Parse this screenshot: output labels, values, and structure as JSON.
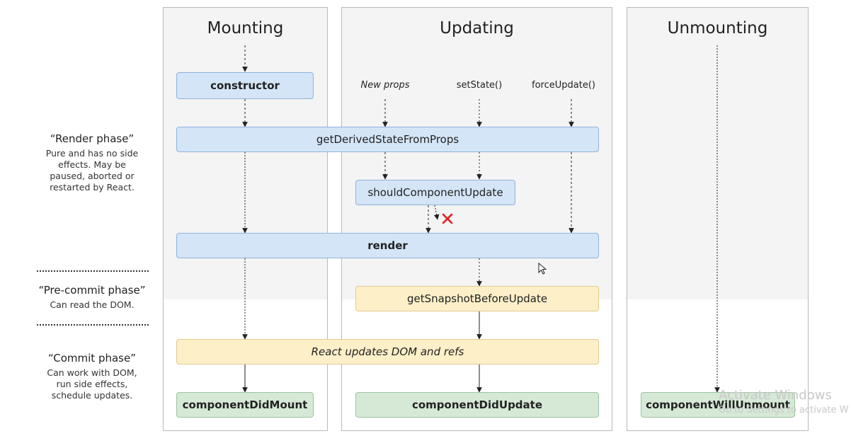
{
  "columns": {
    "mounting": "Mounting",
    "updating": "Updating",
    "unmounting": "Unmounting"
  },
  "triggers": {
    "new_props": "New props",
    "set_state": "setState()",
    "force_update": "forceUpdate()"
  },
  "methods": {
    "constructor": "constructor",
    "get_derived_state": "getDerivedStateFromProps",
    "should_update": "shouldComponentUpdate",
    "render": "render",
    "get_snapshot": "getSnapshotBeforeUpdate",
    "react_updates": "React updates DOM and refs",
    "did_mount": "componentDidMount",
    "did_update": "componentDidUpdate",
    "will_unmount": "componentWillUnmount"
  },
  "phases": {
    "render": {
      "title": "“Render phase”",
      "desc": [
        "Pure and has no side",
        "effects. May be",
        "paused, aborted or",
        "restarted by React."
      ]
    },
    "precommit": {
      "title": "“Pre-commit phase”",
      "desc": [
        "Can read the DOM."
      ]
    },
    "commit": {
      "title": "“Commit phase”",
      "desc": [
        "Can work with DOM,",
        "run side effects,",
        "schedule updates."
      ]
    }
  },
  "watermark": {
    "line1": "Activate Windows",
    "line2": "Go to Settings to activate W"
  },
  "colors": {
    "render_phase_box": "#d4e5f7",
    "precommit_box": "#fdefc8",
    "commit_box": "#d6e9d7",
    "cancel_mark": "#e02020"
  },
  "icons": [
    "cursor-icon",
    "cancel-x-icon"
  ]
}
